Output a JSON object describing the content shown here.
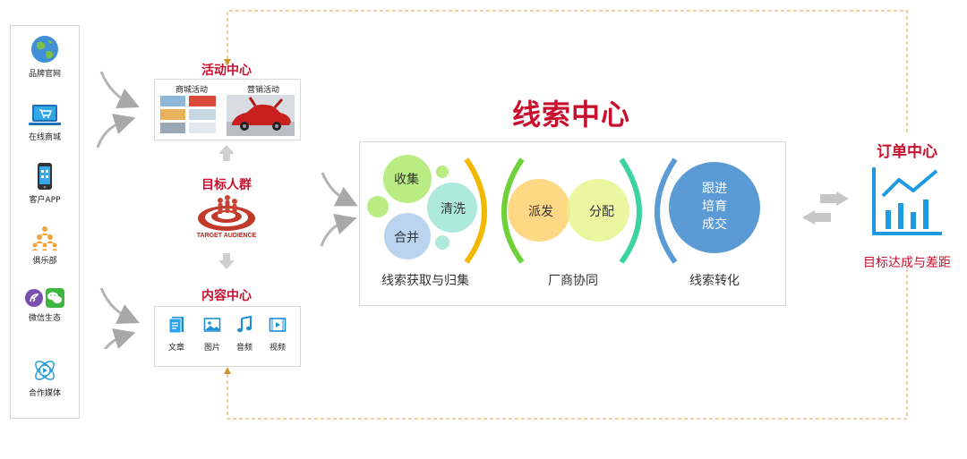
{
  "channels": [
    {
      "label": "品牌官网",
      "icon": "globe-icon"
    },
    {
      "label": "在线商城",
      "icon": "laptop-cart-icon"
    },
    {
      "label": "客户APP",
      "icon": "smartphone-icon"
    },
    {
      "label": "俱乐部",
      "icon": "people-pyramid-icon"
    },
    {
      "label": "微信生态",
      "icon": "wechat-icon"
    },
    {
      "label": "合作媒体",
      "icon": "media-play-icon"
    }
  ],
  "activity": {
    "title": "活动中心",
    "items": [
      "商城活动",
      "营销活动"
    ]
  },
  "audience": {
    "title": "目标人群",
    "badge_text": "TARGET AUDIENCE"
  },
  "content": {
    "title": "内容中心",
    "items": [
      {
        "label": "文章",
        "icon": "article-icon"
      },
      {
        "label": "图片",
        "icon": "image-icon"
      },
      {
        "label": "音频",
        "icon": "music-icon"
      },
      {
        "label": "视频",
        "icon": "video-icon"
      }
    ]
  },
  "lead_center": {
    "title": "线索中心",
    "stage1": {
      "label": "线索获取与归集",
      "bubbles": [
        "收集",
        "清洗",
        "合并"
      ]
    },
    "stage2": {
      "label": "厂商协同",
      "bubbles": [
        "派发",
        "分配"
      ]
    },
    "stage3": {
      "label": "线索转化",
      "lines": [
        "跟进",
        "培育",
        "成交"
      ]
    }
  },
  "order_center": {
    "title": "订单中心",
    "subtitle": "目标达成与差距",
    "icon": "line-chart-icon"
  },
  "colors": {
    "accent_red": "#c8102e",
    "orange_line": "#d4a24a",
    "arc_yellow": "#f2b800",
    "arc_green": "#6fd13a",
    "arc_teal": "#3cd3a0",
    "arc_blue": "#5b9bd5",
    "chart_blue": "#1e9be0"
  }
}
